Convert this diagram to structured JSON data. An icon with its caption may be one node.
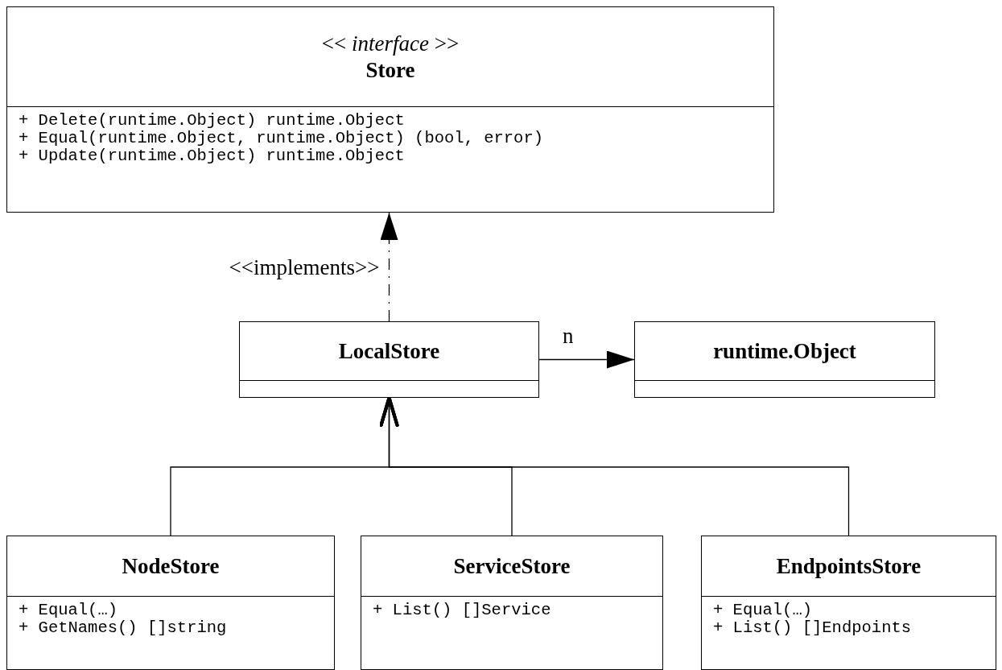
{
  "diagram": {
    "nodes": [
      {
        "text": [
          "<< *interface* >>",
          "Store",
          "+ Delete(runtime.Object) runtime.Object",
          "+ Equal(runtime.Object, runtime.Object) (bool, error)",
          "+ Update(runtime.Object) runtime.Object"
        ]
      },
      {
        "text": [
          "LocalStore"
        ]
      },
      {
        "text": [
          "runtime.Object"
        ]
      },
      {
        "text": [
          "NodeStore",
          "+ Equal(…)",
          "+ GetNames() []string"
        ]
      },
      {
        "text": [
          "ServiceStore",
          "+ List() []Service"
        ]
      },
      {
        "text": [
          "EndpointsStore",
          "+ Equal(…)",
          "+ List() []Endpoints"
        ]
      }
    ],
    "edges": [
      {
        "from": 1,
        "to": 0,
        "arrow": "to",
        "style": "dashed",
        "label": "<<implements>>"
      },
      {
        "from": 1,
        "to": 2,
        "arrow": "to",
        "label": "n"
      },
      {
        "from": 3,
        "to": 1,
        "arrow": "to"
      },
      {
        "from": 4,
        "to": 1,
        "arrow": "to"
      },
      {
        "from": 5,
        "to": 1,
        "arrow": "to"
      }
    ]
  }
}
